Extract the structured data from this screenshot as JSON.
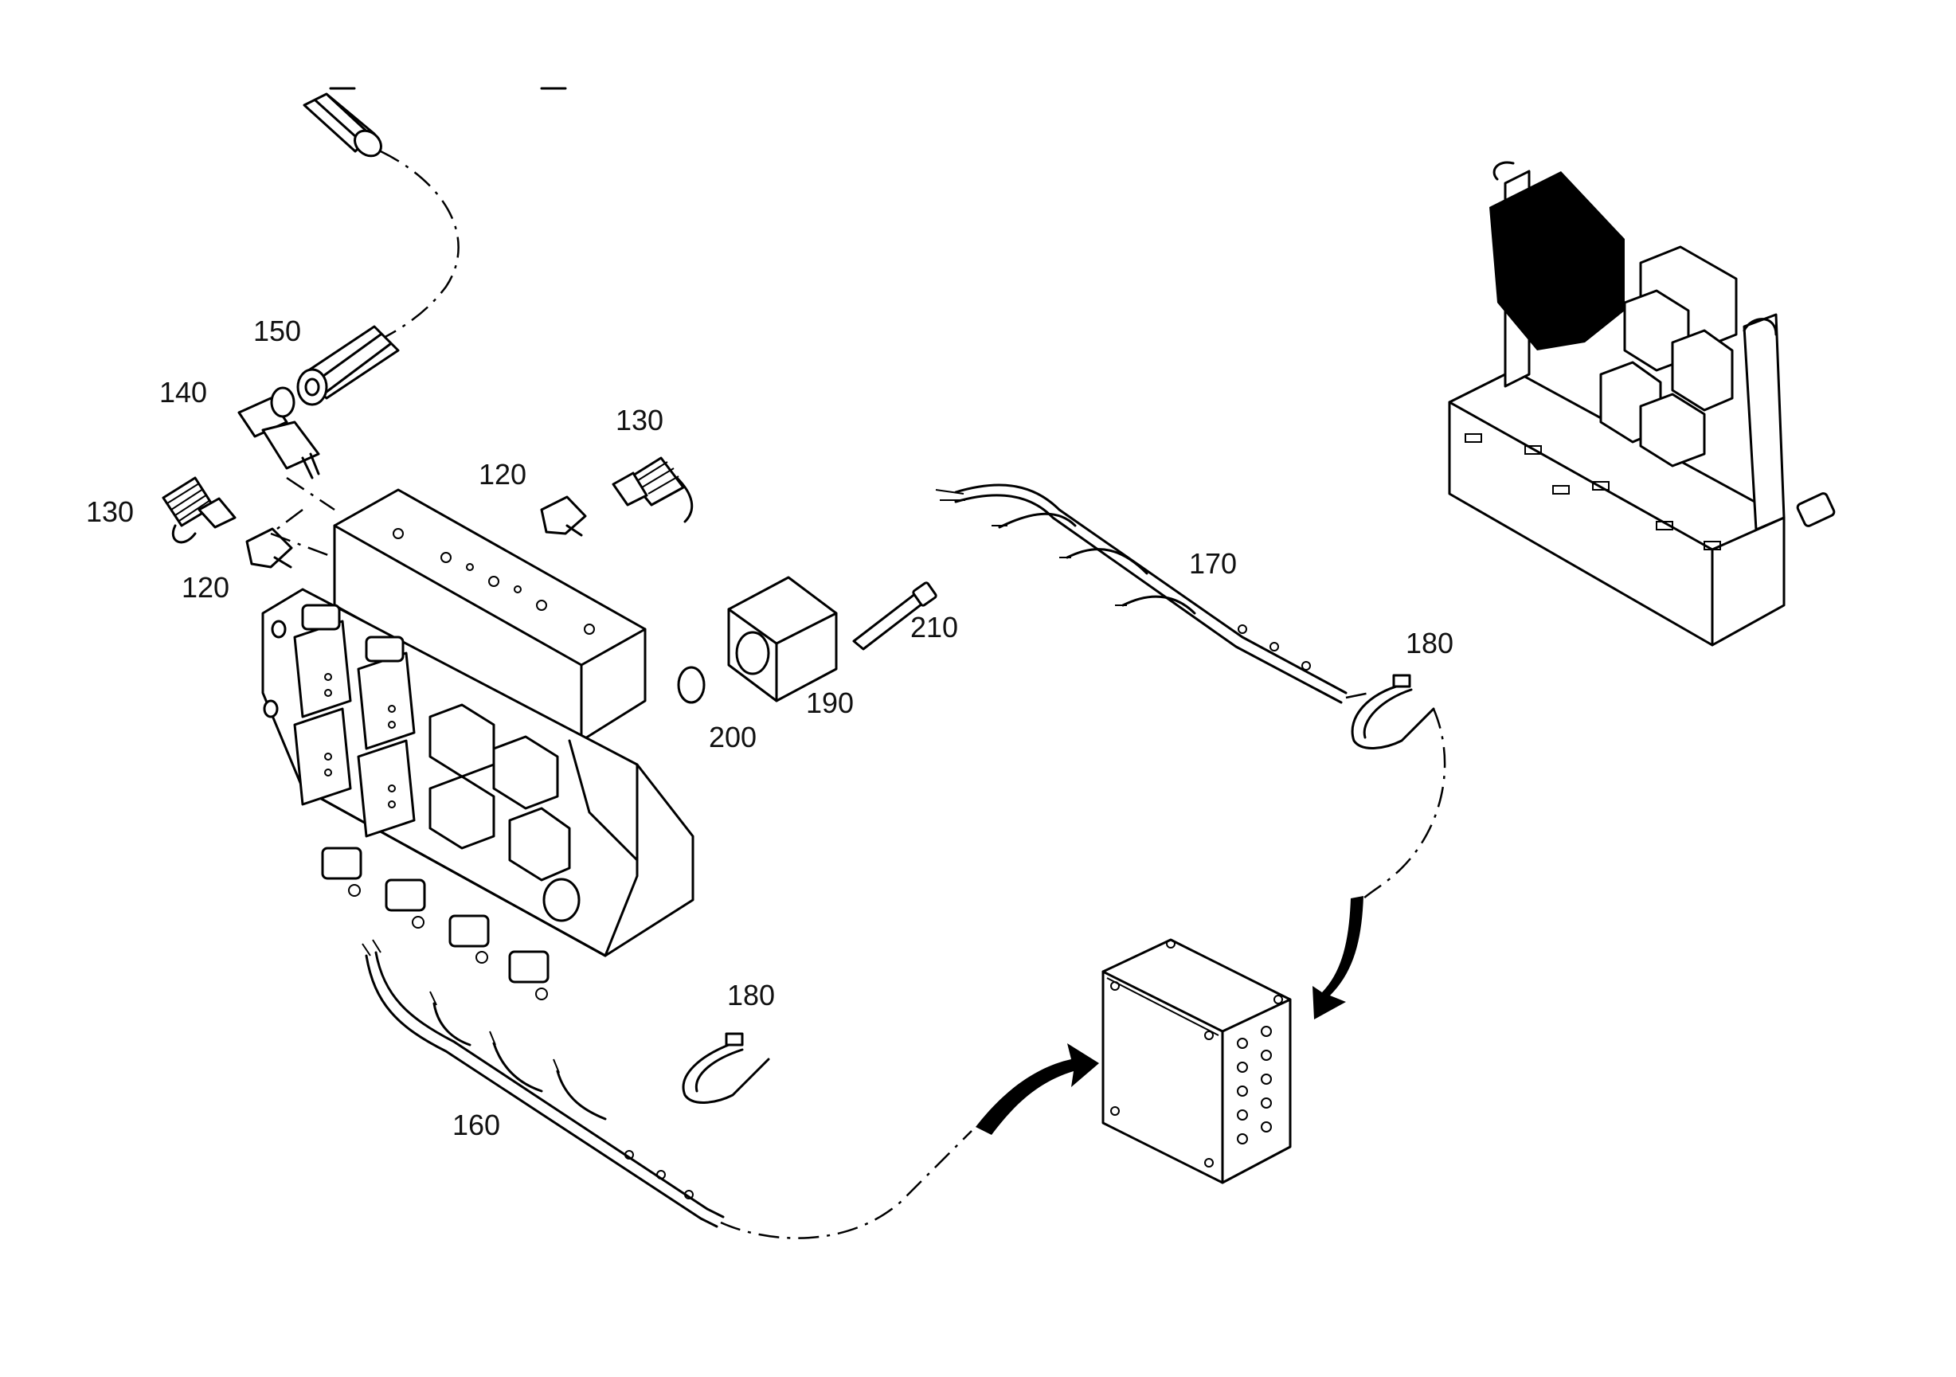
{
  "diagram": {
    "callouts": [
      {
        "id": "c150",
        "text": "150"
      },
      {
        "id": "c140",
        "text": "140"
      },
      {
        "id": "c130a",
        "text": "130"
      },
      {
        "id": "c130b",
        "text": "130"
      },
      {
        "id": "c120a",
        "text": "120"
      },
      {
        "id": "c120b",
        "text": "120"
      },
      {
        "id": "c170",
        "text": "170"
      },
      {
        "id": "c210",
        "text": "210"
      },
      {
        "id": "c190",
        "text": "190"
      },
      {
        "id": "c200",
        "text": "200"
      },
      {
        "id": "c180a",
        "text": "180"
      },
      {
        "id": "c180b",
        "text": "180"
      },
      {
        "id": "c160",
        "text": "160"
      }
    ]
  }
}
